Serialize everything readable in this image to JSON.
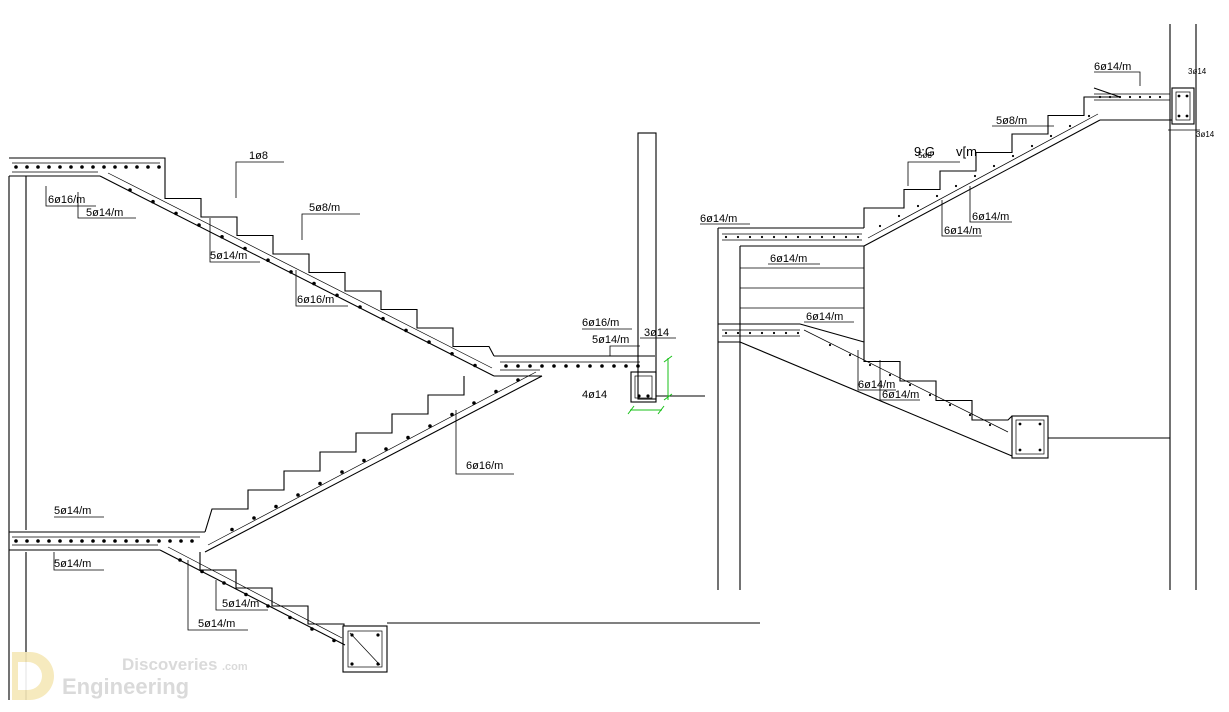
{
  "labels": {
    "left": {
      "top_bar": "1ø8",
      "slab_a": "6ø16/m",
      "slab_b": "5ø14/m",
      "step_bar_top": "5ø8/m",
      "flight1_bar": "5ø14/m",
      "flight1_bar2": "6ø16/m",
      "landing_top": "6ø16/m",
      "landing_mid": "5ø14/m",
      "column_bar": "3ø14",
      "beam_bar": "4ø14",
      "flight2_bar": "6ø16/m",
      "lower_slab_top": "5ø14/m",
      "lower_slab_bot": "5ø14/m",
      "flight3_a": "5ø14/m",
      "flight3_b": "5ø14/m"
    },
    "right": {
      "top_a": "6ø14/m",
      "top_col": "3ø14",
      "top_col2": "3ø14",
      "step_bar": "5ø8/m",
      "mid_note": "9:G",
      "mid_note2": "v[m",
      "mid_note3": "5ø8",
      "right_a": "6ø14/m",
      "right_b": "6ø14/m",
      "landing_a": "6ø14/m",
      "landing_b": "6ø14/m",
      "lower_top": "6ø14/m",
      "lower_a": "6ø14/m",
      "lower_b": "6ø14/m"
    }
  },
  "watermark": {
    "line1": "Discoveries",
    "line1_suffix": ".com",
    "line2": "Engineering"
  }
}
